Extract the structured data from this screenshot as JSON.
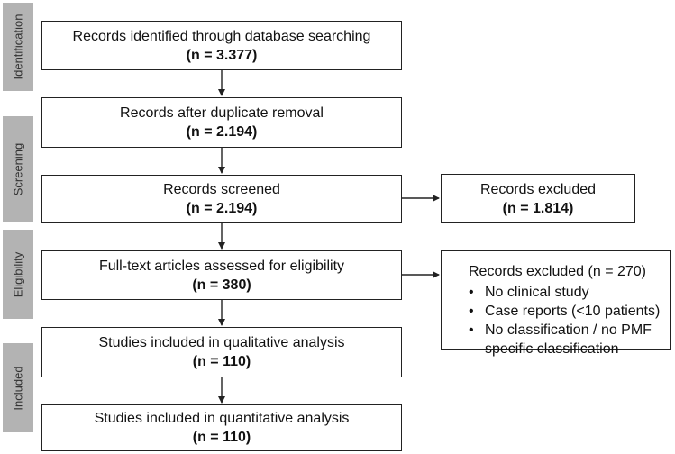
{
  "stages": [
    {
      "id": "identification",
      "label": "Identification"
    },
    {
      "id": "screening",
      "label": "Screening"
    },
    {
      "id": "eligibility",
      "label": "Eligibility"
    },
    {
      "id": "included",
      "label": "Included"
    }
  ],
  "boxes": {
    "identified": {
      "text": "Records identified through database searching",
      "count": "(n = 3.377)"
    },
    "after_duplicates": {
      "text": "Records after duplicate removal",
      "count": "(n = 2.194)"
    },
    "screened": {
      "text": "Records screened",
      "count": "(n = 2.194)"
    },
    "excluded_screening": {
      "text": "Records excluded",
      "count": "(n = 1.814)"
    },
    "fulltext": {
      "text": "Full-text articles assessed for eligibility",
      "count": "(n = 380)"
    },
    "excluded_fulltext": {
      "title": "Records excluded (n = 270)",
      "reasons": [
        "No clinical study",
        "Case reports (<10 patients)",
        "No classification / no PMF specific classification"
      ]
    },
    "qualitative": {
      "text": "Studies included in qualitative analysis",
      "count": "(n = 110)"
    },
    "quantitative": {
      "text": "Studies included in quantitative analysis",
      "count": "(n = 110)"
    }
  }
}
